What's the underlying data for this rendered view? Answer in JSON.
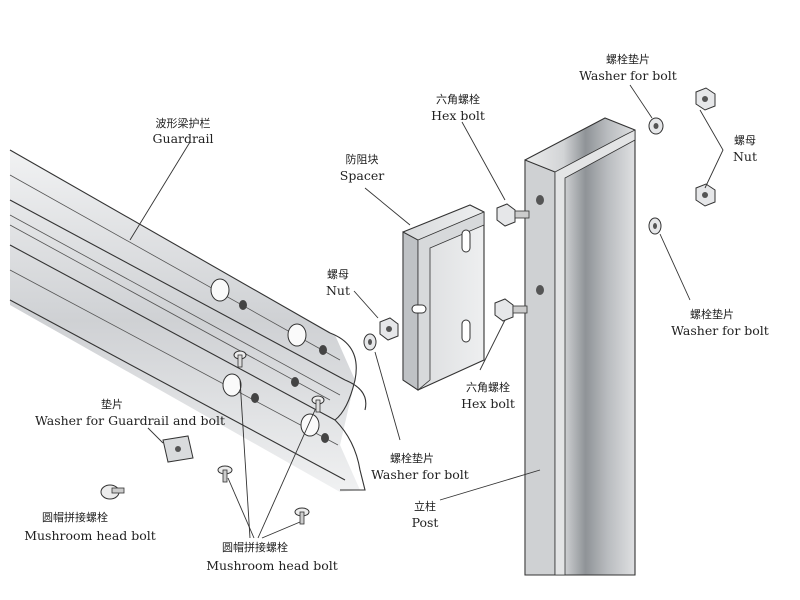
{
  "labels": {
    "guardrail": {
      "zh": "波形梁护栏",
      "en": "Guardrail"
    },
    "spacer": {
      "zh": "防阻块",
      "en": "Spacer"
    },
    "hex_bolt_top": {
      "zh": "六角螺栓",
      "en": "Hex bolt"
    },
    "washer_bolt_tr": {
      "zh": "螺栓垫片",
      "en": "Washer for bolt"
    },
    "nut_right": {
      "zh": "螺母",
      "en": "Nut"
    },
    "washer_bolt_r": {
      "zh": "螺栓垫片",
      "en": "Washer for bolt"
    },
    "nut_mid": {
      "zh": "螺母",
      "en": "Nut"
    },
    "hex_bolt_bot": {
      "zh": "六角螺栓",
      "en": "Hex bolt"
    },
    "washer_guardrail": {
      "zh": "垫片",
      "en": "Washer for Guardrail and bolt"
    },
    "washer_bolt_mid": {
      "zh": "螺栓垫片",
      "en": "Washer for bolt"
    },
    "post": {
      "zh": "立柱",
      "en": "Post"
    },
    "mushroom_left": {
      "zh": "圆帽拼接螺栓",
      "en": "Mushroom head bolt"
    },
    "mushroom_bottom": {
      "zh": "圆帽拼接螺栓",
      "en": "Mushroom head bolt"
    }
  },
  "colors": {
    "metal_light": "#e6e7e9",
    "metal_mid": "#c9cbce",
    "metal_dark": "#8d9094",
    "line": "#333333"
  }
}
